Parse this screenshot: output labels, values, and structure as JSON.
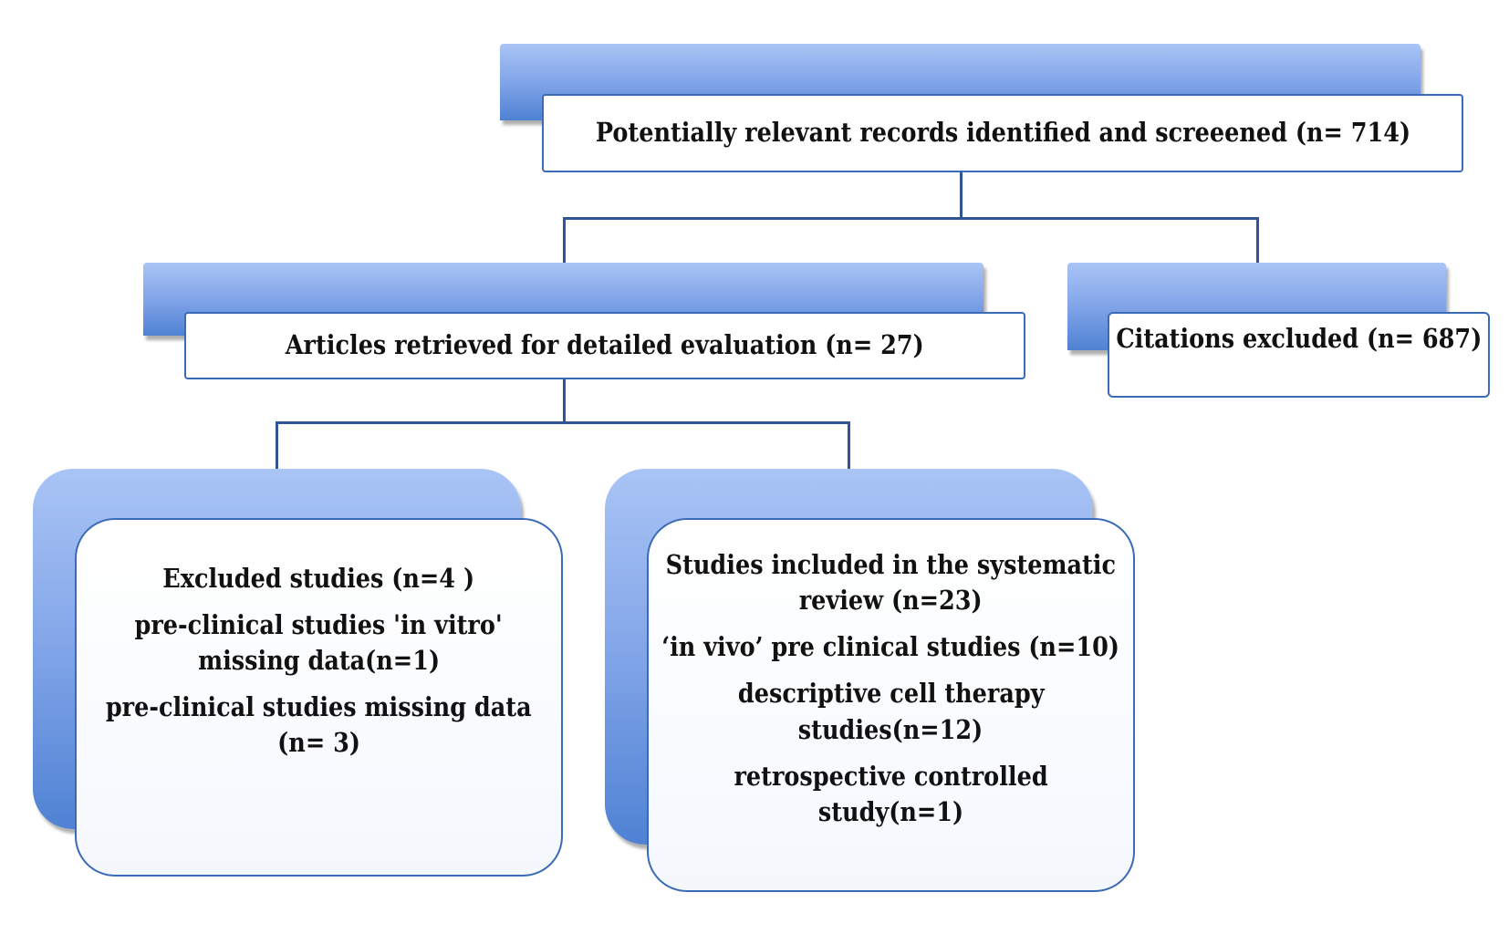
{
  "boxes": {
    "screened": {
      "text": "Potentially relevant records identified and screeened (n= 714)"
    },
    "retrieved": {
      "text": "Articles retrieved for detailed evaluation (n= 27)"
    },
    "citations_excluded": {
      "text": "Citations excluded (n= 687)"
    },
    "excluded": {
      "title": "Excluded studies (n=4 )",
      "line1a": "pre-clinical studies 'in vitro'",
      "line1b": "missing data(n=1)",
      "line2a": "pre-clinical studies  missing data",
      "line2b": "(n= 3)"
    },
    "included": {
      "title_a": "Studies included in the systematic",
      "title_b": "review (n=23)",
      "line1": "‘in vivo’ pre clinical studies (n=10)",
      "line2a": "descriptive cell therapy",
      "line2b": "studies(n=12)",
      "line3a": "retrospective controlled",
      "line3b": "study(n=1)"
    }
  }
}
